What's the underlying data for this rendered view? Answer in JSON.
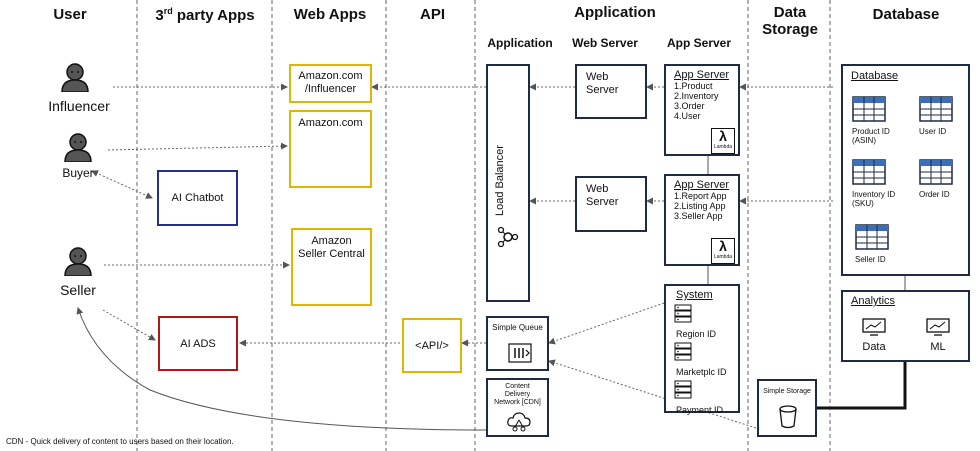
{
  "columns": {
    "user": "User",
    "third_party_apps": "3",
    "third_party_sup": "rd",
    "third_party_rest": " party Apps",
    "web_apps": "Web Apps",
    "api": "API",
    "application": "Application",
    "data_storage_1": "Data",
    "data_storage_2": "Storage",
    "database": "Database"
  },
  "subcolumns": {
    "application": "Application",
    "web_server": "Web Server",
    "app_server": "App Server"
  },
  "actors": {
    "influencer": "Influencer",
    "buyer": "Buyer",
    "seller": "Seller"
  },
  "third_party": {
    "chatbot": "AI Chatbot",
    "ads": "AI ADS"
  },
  "web_apps": {
    "influencer_line1": "Amazon.com",
    "influencer_line2": "/Influencer",
    "amazon": "Amazon.com",
    "seller_central_line1": "Amazon",
    "seller_central_line2": "Seller Central"
  },
  "api": {
    "label": "<API/>"
  },
  "application": {
    "load_balancer": "Load Balancer",
    "simple_queue": "Simple Queue",
    "cdn_line1": "Content",
    "cdn_line2": "Delivery",
    "cdn_line3": "Network [CDN]"
  },
  "web_servers": [
    {
      "line1": "Web",
      "line2": "Server"
    },
    {
      "line1": "Web",
      "line2": "Server"
    }
  ],
  "app_servers": [
    {
      "title": "App Server",
      "items": [
        "1.Product",
        "2.Inventory",
        "3.Order",
        "4.User"
      ],
      "lambda": "Lambda"
    },
    {
      "title": "App Server",
      "items": [
        "1.Report App",
        "2.Listing App",
        "3.Seller App"
      ],
      "lambda": "Lambda"
    }
  ],
  "system": {
    "title": "System",
    "items": [
      "Region ID",
      "Marketplc ID",
      "Payment ID"
    ]
  },
  "data_storage": {
    "simple_storage": "Simple Storage"
  },
  "database": {
    "title": "Database",
    "tables": [
      "Product ID (ASIN)",
      "User ID",
      "Inventory ID (SKU)",
      "Order ID",
      "Seller ID"
    ],
    "analytics_title": "Analytics",
    "analytics_items": [
      "Data",
      "ML"
    ]
  },
  "footnote": "CDN - Quick delivery of content to users based on their location.",
  "colors": {
    "navy": "#1f2a44",
    "yellow": "#e3b400",
    "blue": "#26308c",
    "red": "#b01818"
  }
}
